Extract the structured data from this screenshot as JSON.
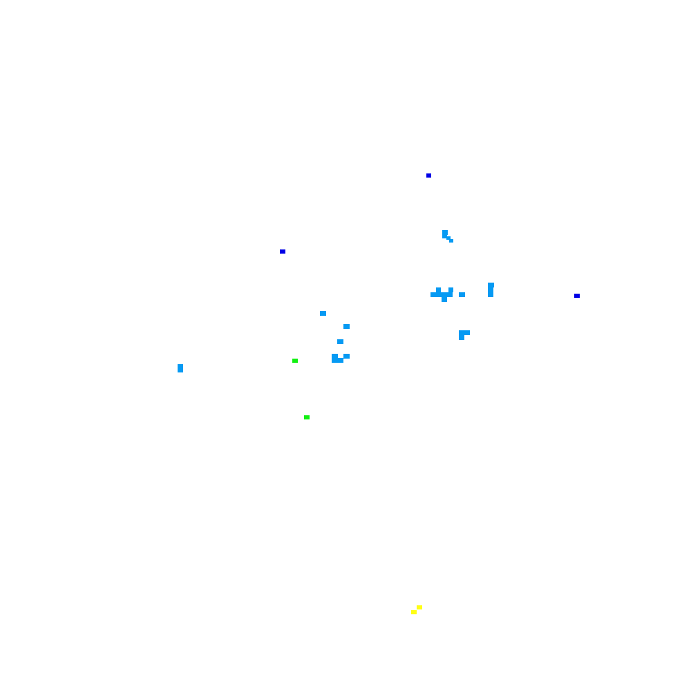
{
  "map": {
    "background": "#ffffff",
    "legend_colors": {
      "light_blue": "#069af3",
      "dark_blue": "#0000e6",
      "green": "#11f011",
      "yellow": "#ffff14"
    },
    "clusters": [
      {
        "color": "#0000e6",
        "cells": [
          [
            617,
            251,
            7,
            6
          ]
        ]
      },
      {
        "color": "#0000e6",
        "cells": [
          [
            405,
            361,
            8,
            6
          ]
        ]
      },
      {
        "color": "#0000e6",
        "cells": [
          [
            831,
            425,
            8,
            6
          ]
        ]
      },
      {
        "color": "#069af3",
        "cells": [
          [
            640,
            333,
            8,
            7
          ],
          [
            640,
            339,
            7,
            6
          ],
          [
            646,
            342,
            6,
            5
          ],
          [
            650,
            346,
            6,
            5
          ]
        ]
      },
      {
        "color": "#069af3",
        "cells": [
          [
            631,
            416,
            7,
            7
          ],
          [
            649,
            416,
            7,
            7
          ],
          [
            623,
            423,
            8,
            7
          ],
          [
            631,
            423,
            8,
            7
          ],
          [
            639,
            423,
            8,
            7
          ],
          [
            647,
            423,
            8,
            7
          ],
          [
            639,
            430,
            8,
            7
          ],
          [
            664,
            423,
            9,
            7
          ]
        ]
      },
      {
        "color": "#069af3",
        "cells": [
          [
            706,
            409,
            9,
            7
          ],
          [
            706,
            416,
            8,
            7
          ],
          [
            706,
            423,
            8,
            7
          ]
        ]
      },
      {
        "color": "#069af3",
        "cells": [
          [
            664,
            478,
            8,
            7
          ],
          [
            672,
            478,
            8,
            7
          ],
          [
            664,
            485,
            8,
            7
          ]
        ]
      },
      {
        "color": "#069af3",
        "cells": [
          [
            463,
            450,
            9,
            7
          ]
        ]
      },
      {
        "color": "#069af3",
        "cells": [
          [
            497,
            469,
            9,
            7
          ]
        ]
      },
      {
        "color": "#069af3",
        "cells": [
          [
            488,
            491,
            9,
            7
          ]
        ]
      },
      {
        "color": "#069af3",
        "cells": [
          [
            480,
            512,
            9,
            7
          ],
          [
            497,
            512,
            9,
            7
          ],
          [
            480,
            518,
            9,
            7
          ],
          [
            488,
            518,
            9,
            7
          ]
        ]
      },
      {
        "color": "#069af3",
        "cells": [
          [
            257,
            527,
            8,
            6
          ],
          [
            257,
            533,
            8,
            6
          ]
        ]
      },
      {
        "color": "#11f011",
        "cells": [
          [
            423,
            519,
            8,
            6
          ]
        ]
      },
      {
        "color": "#11f011",
        "cells": [
          [
            440,
            601,
            8,
            6
          ]
        ]
      },
      {
        "color": "#ffff14",
        "cells": [
          [
            603,
            876,
            8,
            6
          ],
          [
            595,
            883,
            8,
            6
          ]
        ]
      }
    ]
  }
}
